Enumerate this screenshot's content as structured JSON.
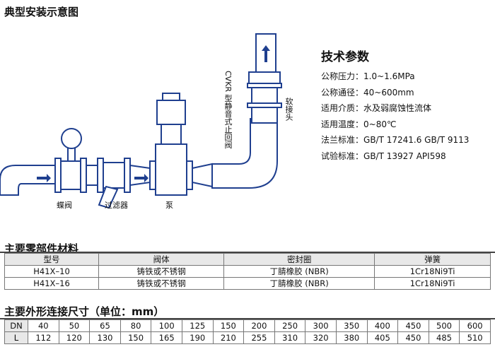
{
  "titles": {
    "install": "典型安装示意图",
    "tech": "技术参数",
    "parts": "主要零部件材料",
    "dims": "主要外形连接尺寸（单位：mm）"
  },
  "specs": [
    {
      "label": "公称压力：",
      "value": "1.0~1.6MPa"
    },
    {
      "label": "公称通径：",
      "value": "40~600mm"
    },
    {
      "label": "适用介质：",
      "value": "水及弱腐蚀性流体"
    },
    {
      "label": "适用温度：",
      "value": "0~80℃"
    },
    {
      "label": "法兰标准：",
      "value": "GB/T 17241.6 GB/T 9113"
    },
    {
      "label": "试验标准：",
      "value": "GB/T 13927 API598"
    }
  ],
  "diagram": {
    "butterfly": "蝶阀",
    "filter": "过滤器",
    "pump": "泵",
    "check_valve": "CVKR 型静音式止回阀",
    "soft_joint": "软接头"
  },
  "parts": {
    "headers": [
      "型号",
      "阀体",
      "密封圈",
      "弹簧"
    ],
    "rows": [
      [
        "H41X–10",
        "铸铁或不锈钢",
        "丁腈橡胶 (NBR)",
        "1Cr18Ni9Ti"
      ],
      [
        "H41X–16",
        "铸铁或不锈钢",
        "丁腈橡胶 (NBR)",
        "1Cr18Ni9Ti"
      ]
    ]
  },
  "dims": {
    "dn_label": "DN",
    "l_label": "L",
    "dn": [
      "40",
      "50",
      "65",
      "80",
      "100",
      "125",
      "150",
      "200",
      "250",
      "300",
      "350",
      "400",
      "450",
      "500",
      "600"
    ],
    "l": [
      "112",
      "120",
      "130",
      "150",
      "165",
      "190",
      "210",
      "255",
      "310",
      "320",
      "380",
      "405",
      "450",
      "485",
      "510"
    ]
  },
  "colors": {
    "outline": "#1f3f8f",
    "pipe_fill": "#ffffff"
  }
}
